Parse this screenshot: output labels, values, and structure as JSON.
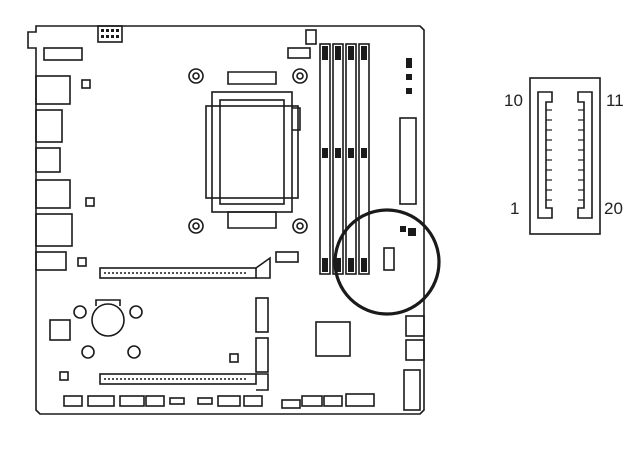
{
  "connector_pins": {
    "top_left": "10",
    "top_right": "11",
    "bottom_left": "1",
    "bottom_right": "20"
  },
  "colors": {
    "line": "#1a1a1a",
    "slot_fill": "#111111",
    "background": "#ffffff"
  },
  "icons": {
    "board": "motherboard-layout",
    "callout": "highlight-circle",
    "connector": "20-pin-header-detail"
  }
}
